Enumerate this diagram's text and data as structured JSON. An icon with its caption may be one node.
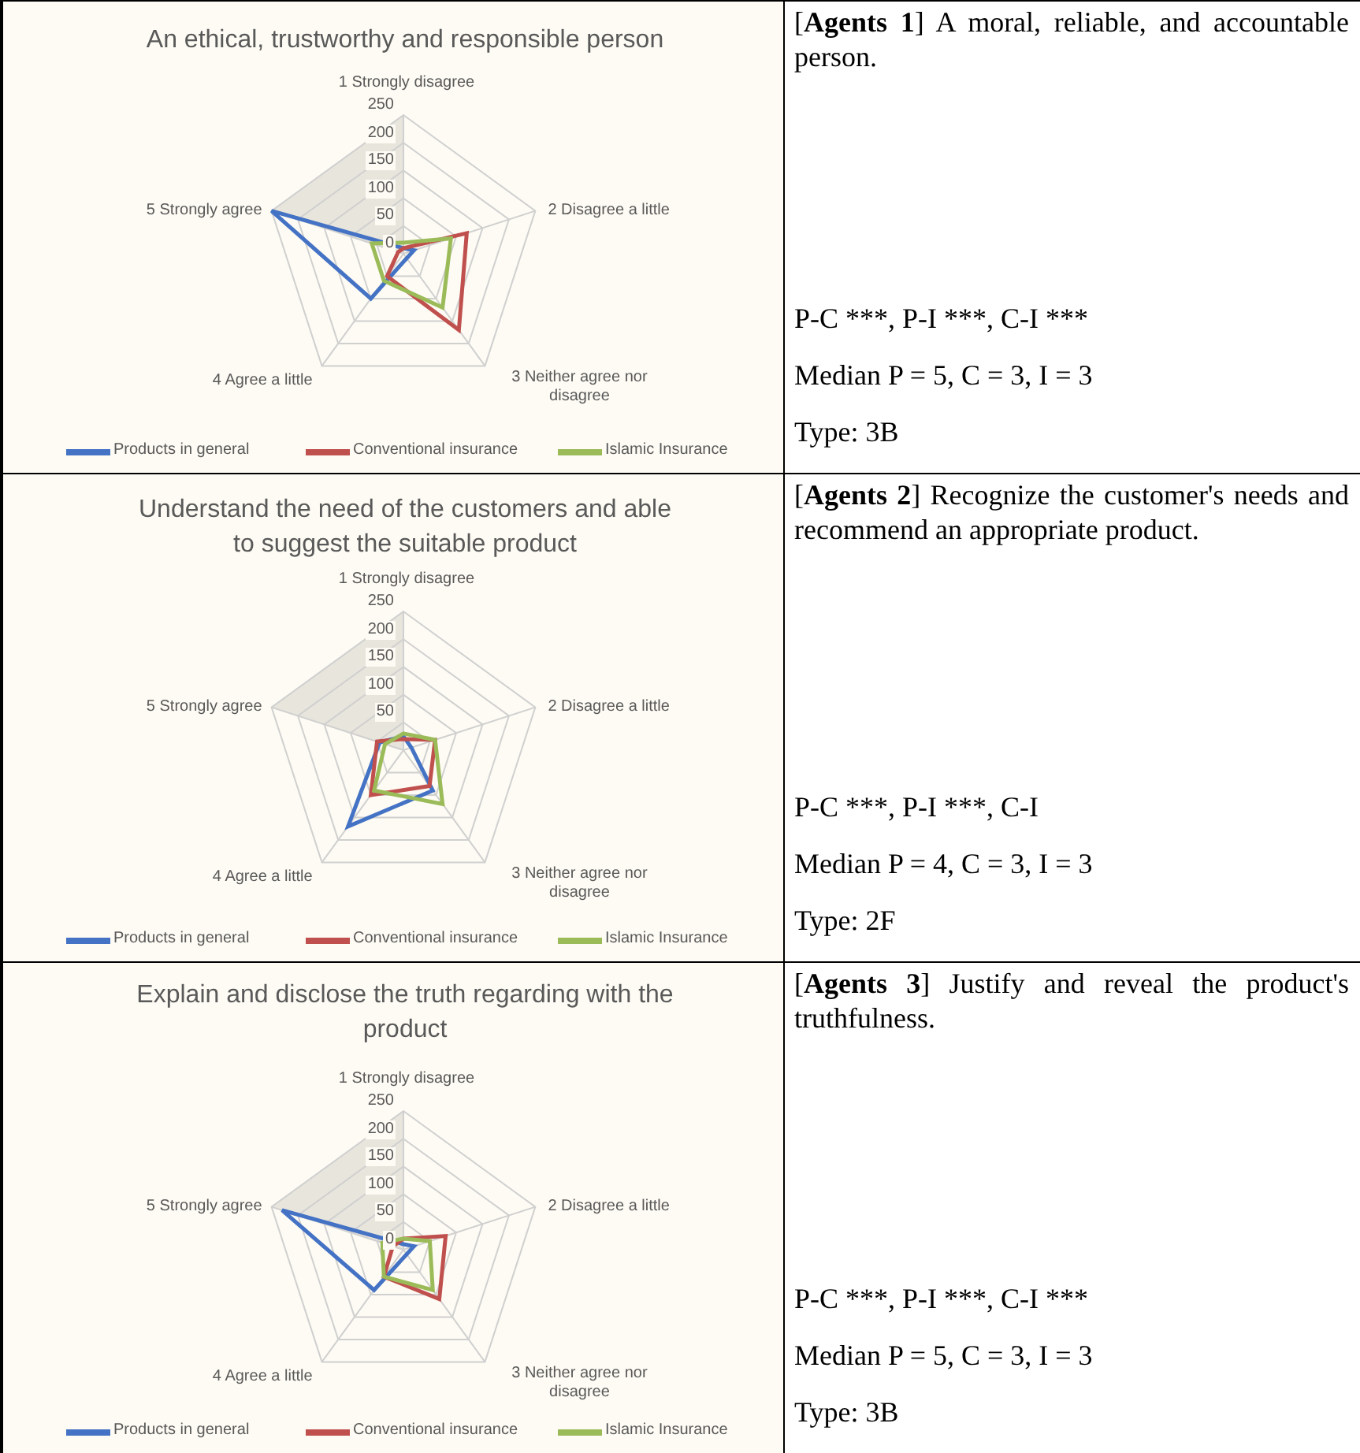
{
  "diagram": {
    "labels": [
      "An ethical, trustworthy and responsible person",
      "1 Strongly disagree",
      "250",
      "200",
      "150",
      "100",
      "50",
      "0",
      "2 Disagree a little",
      "3 Neither agree nor disagree",
      "4 Agree a little",
      "5 Strongly agree",
      "[**Agents 1**] A moral, reliable, and accountable person.",
      "P-C ***, P-I ***, C-I ***",
      "Median P = 5, C = 3, I = 3",
      "Type: 3B",
      "Understand the need of the customers and able to suggest the suitable product",
      "1 Strongly disagree",
      "250",
      "200",
      "150",
      "100",
      "50",
      "2 Disagree a little",
      "3 Neither agree nor disagree",
      "4 Agree a little",
      "5 Strongly agree",
      "[**Agents 2**] Recognize the customer's needs and recommend an appropriate product.",
      "P-C ***, P-I ***, C-I",
      "Median P = 4, C = 3, I = 3",
      "Type: 2F",
      "Explain and disclose the truth regarding with the product",
      "1 Strongly disagree",
      "250",
      "200",
      "150",
      "100",
      "50",
      "0",
      "2 Disagree a little",
      "3 Neither agree nor disagree",
      "4 Agree a little",
      "5 Strongly agree",
      "[**Agents 3**] Justify and reveal the product's truthfulness.",
      "P-C ***, P-I ***, C-I ***",
      "Median P = 5, C = 3, I = 3",
      "Type: 3B"
    ],
    "legend": [
      {
        "text": "Products in general",
        "color": "#4472c4"
      },
      {
        "text": "Conventional insurance",
        "color": "#c0504d"
      },
      {
        "text": "Islamic Insurance",
        "color": "#9bbb59"
      },
      {
        "text": "Products in general",
        "color": "#4472c4"
      },
      {
        "text": "Conventional insurance",
        "color": "#c0504d"
      },
      {
        "text": "Islamic Insurance",
        "color": "#9bbb59"
      },
      {
        "text": "Products in general",
        "color": "#4472c4"
      },
      {
        "text": "Conventional insurance",
        "color": "#c0504d"
      },
      {
        "text": "Islamic Insurance",
        "color": "#9bbb59"
      }
    ]
  }
}
